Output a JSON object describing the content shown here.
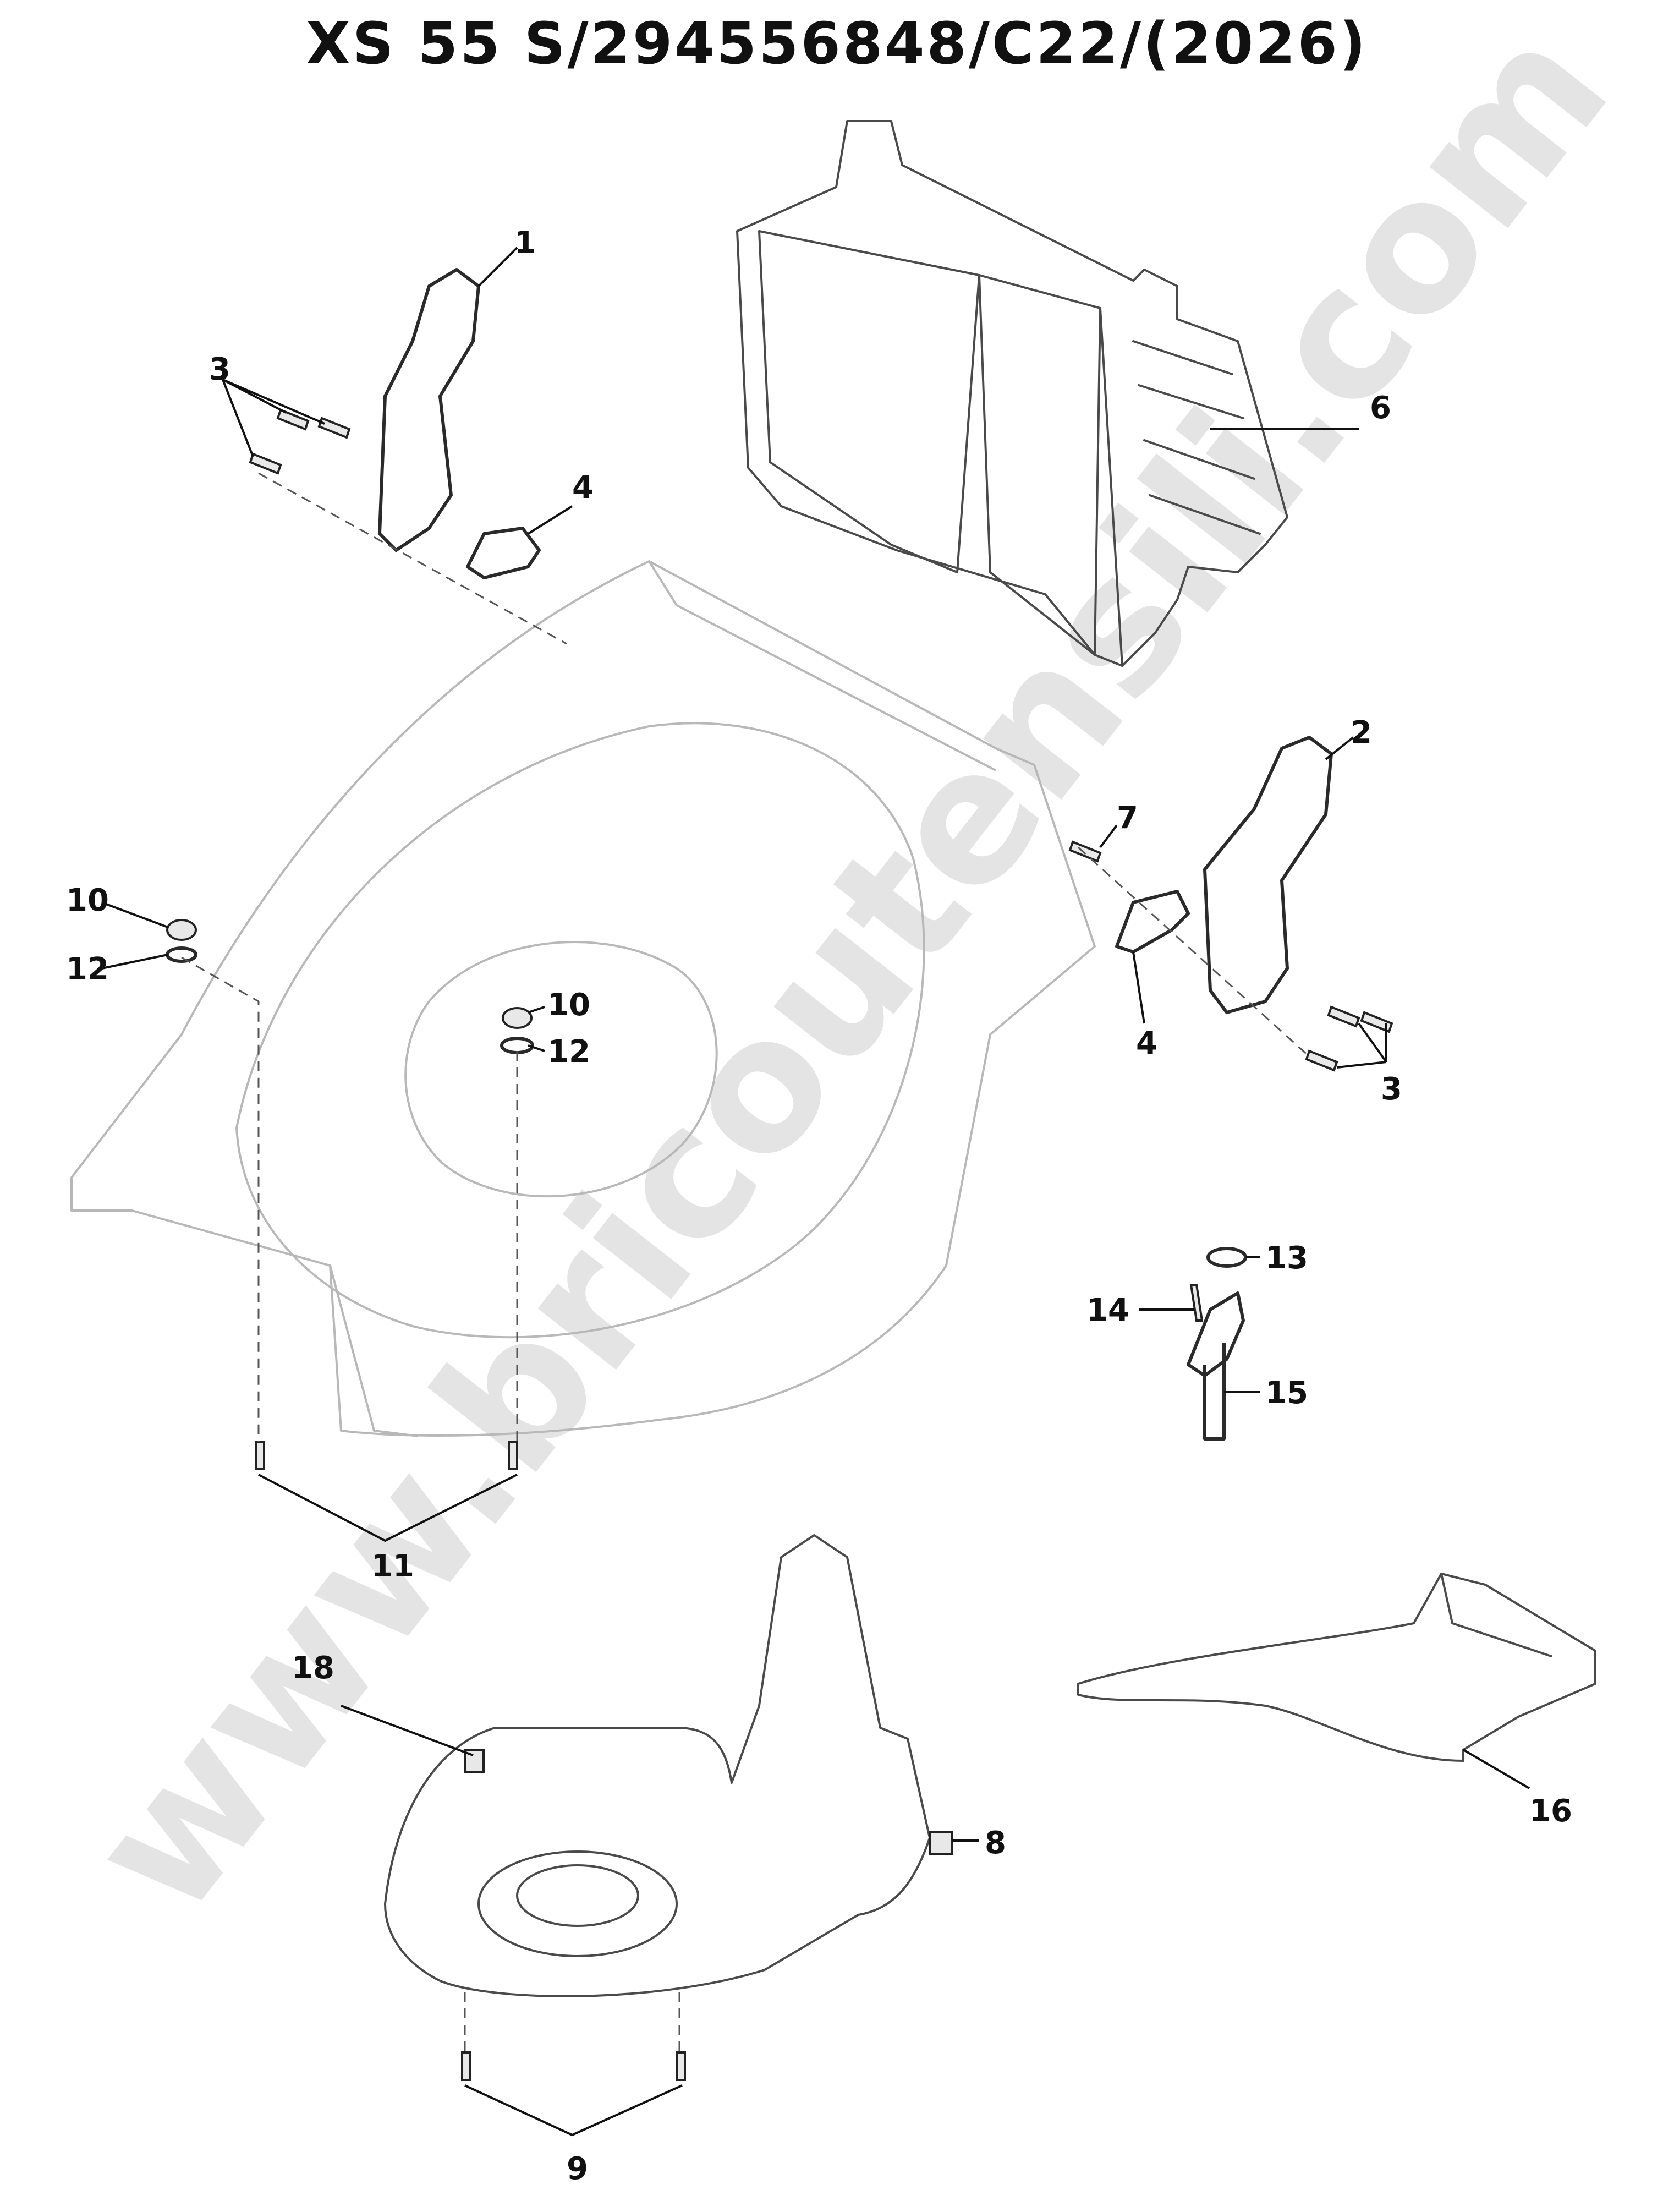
{
  "title": "XS 55 S/294556848/C22/(2026)",
  "watermark": "www.bricoutensili.com",
  "callouts": [
    "1",
    "2",
    "3",
    "3",
    "4",
    "4",
    "6",
    "7",
    "8",
    "9",
    "10",
    "10",
    "11",
    "12",
    "12",
    "13",
    "14",
    "15",
    "16",
    "18"
  ]
}
